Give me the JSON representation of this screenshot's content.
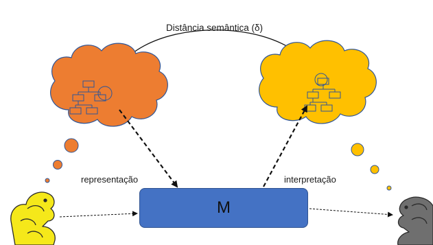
{
  "labels": {
    "semantic_distance": "Distância semântica (δ)",
    "representation": "representação",
    "interpretation": "interpretação",
    "model": "M"
  },
  "colors": {
    "left_cloud": "#ed7d31",
    "right_cloud": "#ffc000",
    "model_box": "#4472c4",
    "thinker_left": "#f5e81a",
    "thinker_right": "#6f6f6f",
    "schema_lines": "#4472c4"
  },
  "icons": {
    "left_figure": "thinker-statue-icon",
    "right_figure": "thinker-statue-icon",
    "schema": "hierarchy-diagram-icon"
  }
}
